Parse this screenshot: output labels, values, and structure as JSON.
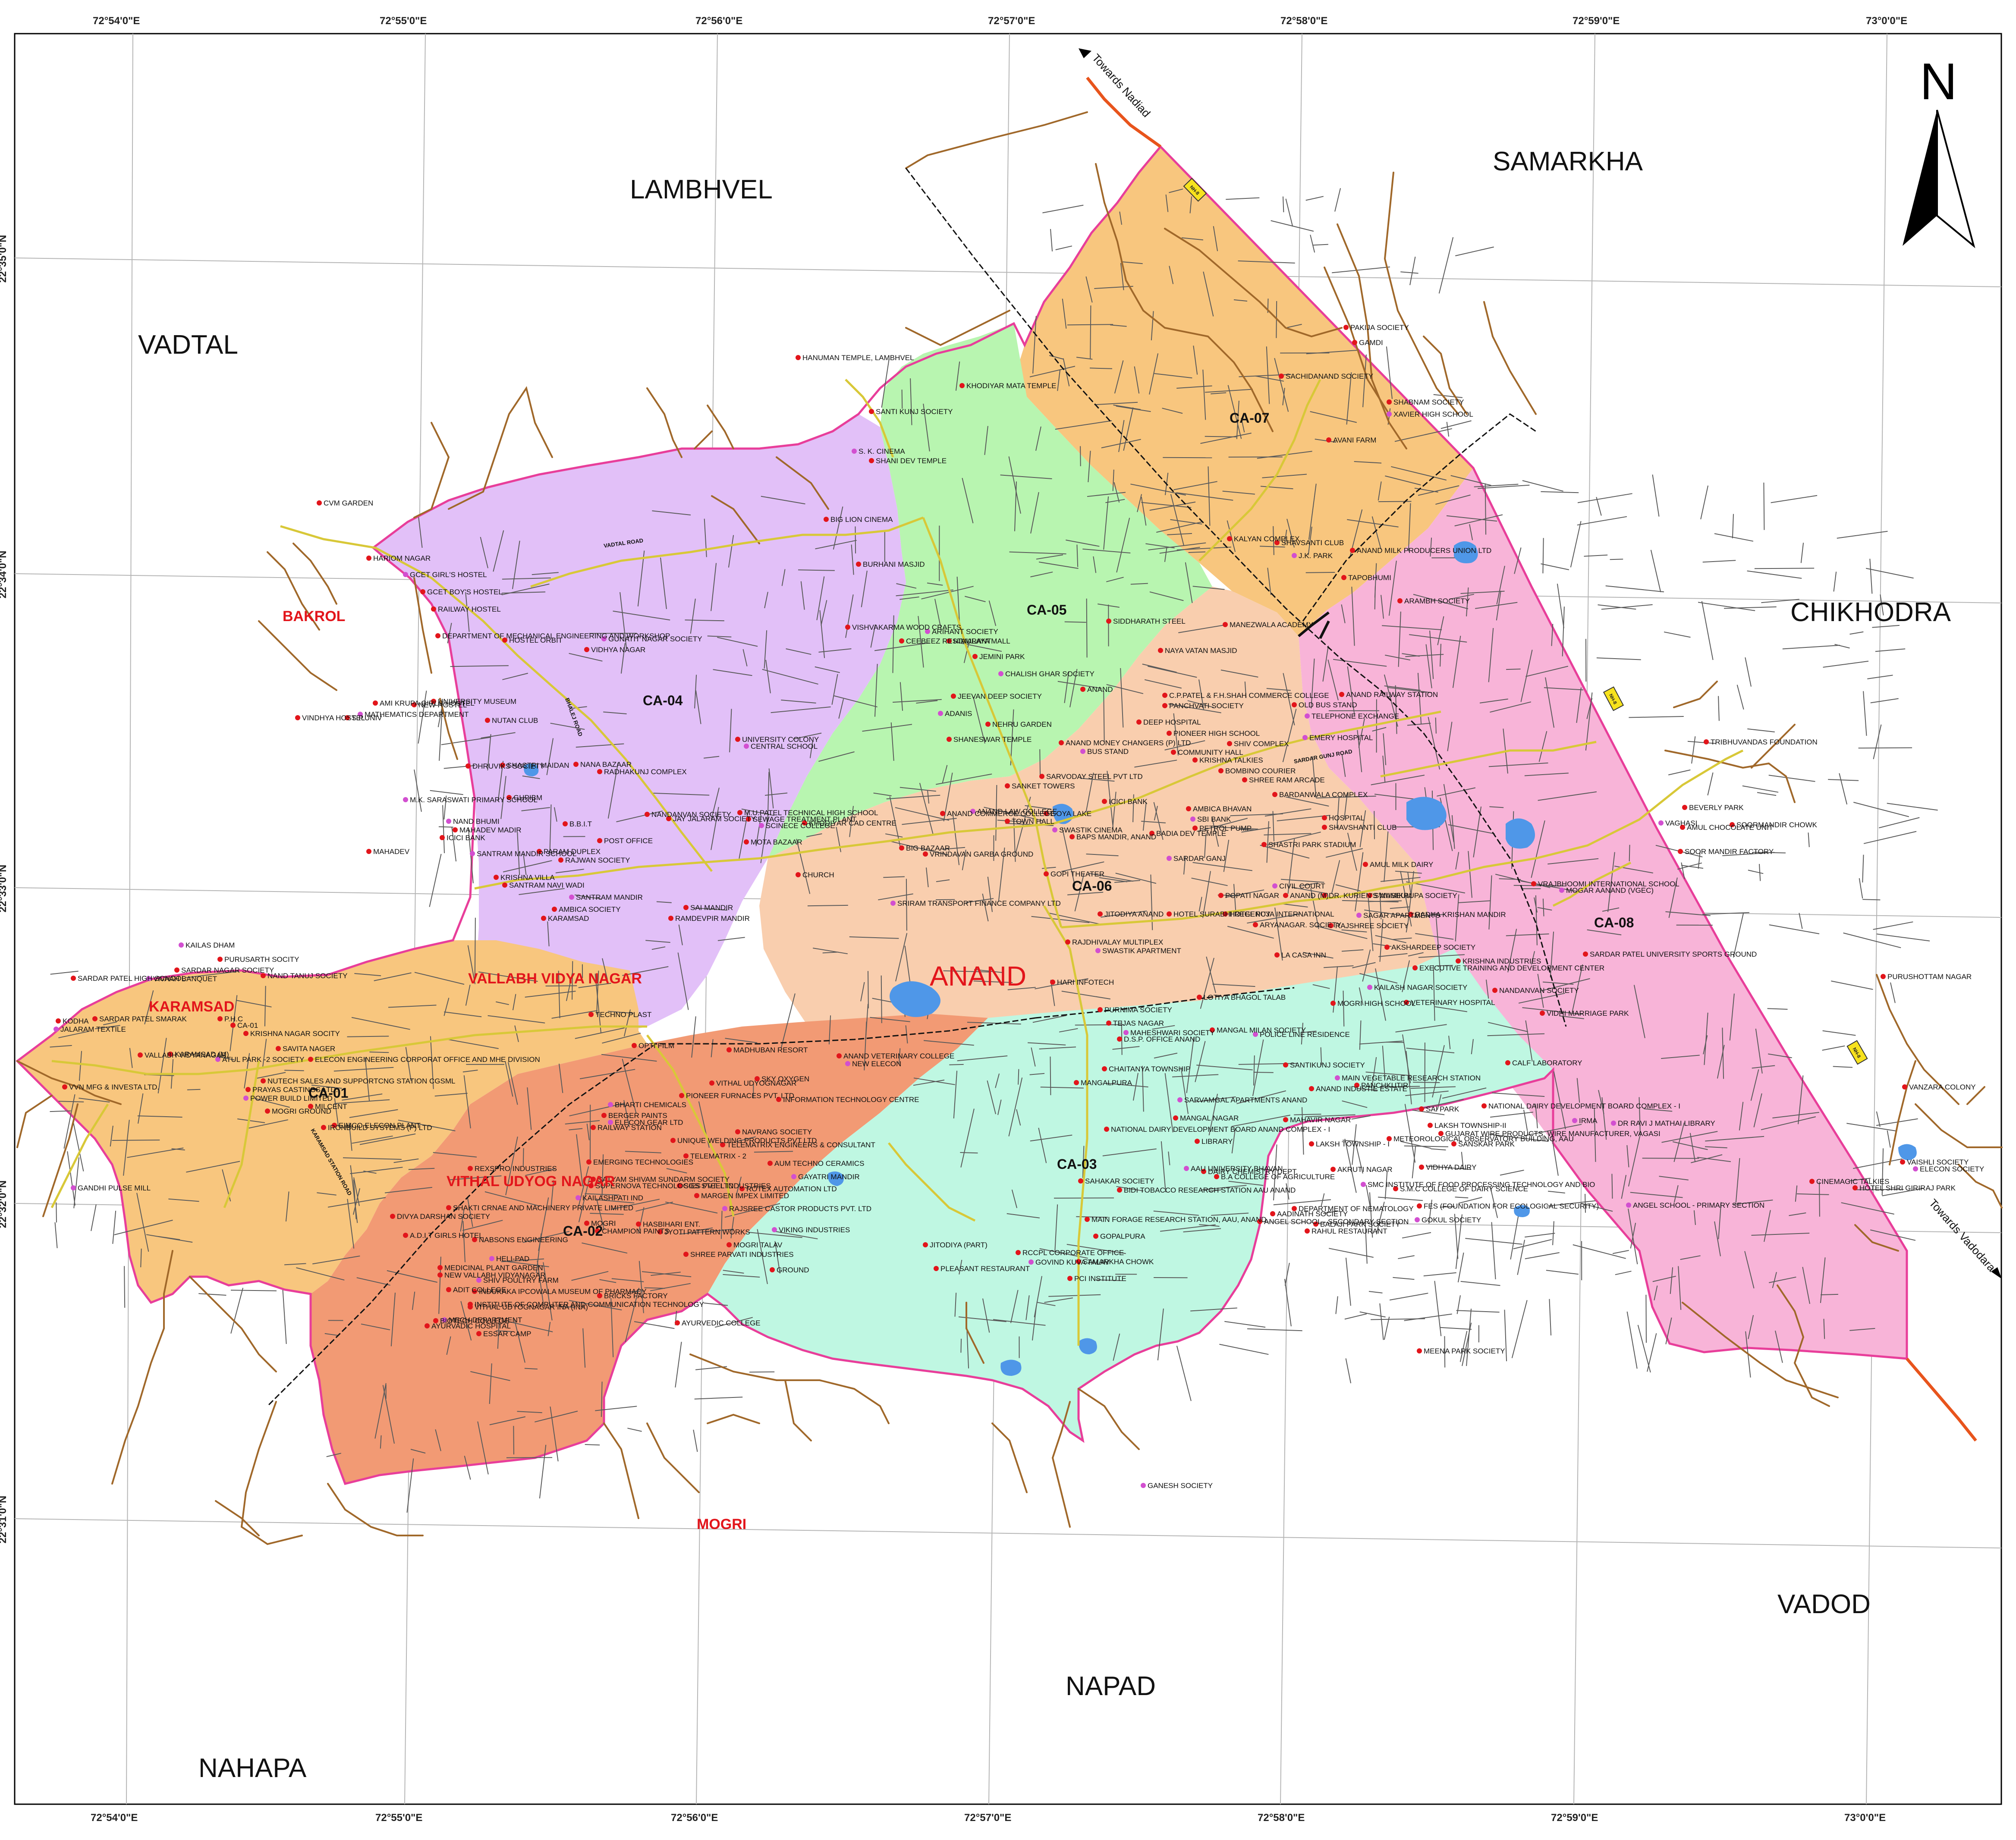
{
  "map": {
    "city_label": "ANAND",
    "north_label": "N",
    "colors": {
      "boundary": "#e83e9a",
      "road_brown": "#a0682a",
      "road_grey": "#5a5a5a",
      "highway": "#e8541c",
      "main_road": "#d8c838",
      "water": "#4f97e8",
      "landmark": "#e2151b"
    },
    "zones": [
      {
        "id": "CA-01",
        "label": "CA-01",
        "color": "#f8c67e"
      },
      {
        "id": "CA-02",
        "label": "CA-02",
        "color": "#f29a74"
      },
      {
        "id": "CA-03",
        "label": "CA-03",
        "color": "#bff7e2"
      },
      {
        "id": "CA-04",
        "label": "CA-04",
        "color": "#e2c0f8"
      },
      {
        "id": "CA-05",
        "label": "CA-05",
        "color": "#b8f5b0"
      },
      {
        "id": "CA-06",
        "label": "CA-06",
        "color": "#f9ceae"
      },
      {
        "id": "CA-07",
        "label": "CA-07",
        "color": "#f8c67e"
      },
      {
        "id": "CA-08",
        "label": "CA-08",
        "color": "#f8b4d8"
      }
    ],
    "villages": [
      "LAMBHVEL",
      "SAMARKHA",
      "VADTAL",
      "CHIKHODRA",
      "VADOD",
      "NAPAD",
      "NAHAPA"
    ],
    "red_towns": [
      "BAKROL",
      "KARAMSAD",
      "VALLABH VIDYA NAGAR",
      "VITHAL UDYOG NAGAR",
      "MOGRI"
    ],
    "directions": [
      "Towards Nadiad",
      "Towards Vadodara"
    ],
    "coords_top": [
      "72°54'0\"E",
      "72°55'0\"E",
      "72°56'0\"E",
      "72°57'0\"E",
      "72°58'0\"E",
      "72°59'0\"E",
      "73°0'0\"E"
    ],
    "coords_bottom": [
      "72°54'0\"E",
      "72°55'0\"E",
      "72°56'0\"E",
      "72°57'0\"E",
      "72°58'0\"E",
      "72°59'0\"E",
      "73°0'0\"E"
    ],
    "coords_left": [
      "22°35'0\"N",
      "22°34'0\"N",
      "22°33'0\"N",
      "22°32'0\"N",
      "22°31'0\"N"
    ],
    "nh_badges": [
      "NH-8",
      "NH-8",
      "NH-8"
    ],
    "roads": [
      "VADTAL ROAD",
      "BHALEJ ROAD",
      "KARAMSAD STATION ROAD",
      "SARDAR GUNJ ROAD"
    ],
    "landmarks": [
      "HANUMAN TEMPLE, LAMBHVEL",
      "KHODIYAR MATA TEMPLE",
      "SANTI KUNJ SOCIETY",
      "S. K. CINEMA",
      "SHANI DEV TEMPLE",
      "BIG LION CINEMA",
      "BURHANI MASJID",
      "SIDDHARATH STEEL",
      "ARIHANT SOCIETY",
      "CEEBEEZ RESTAURANT",
      "HIMALAYA MALL",
      "VISHVAKARMA WOOD CRAFTS",
      "JEMINI PARK",
      "CHALISH GHAR SOCIETY",
      "NAYA VATAN MASJID",
      "MANEZWALA ACADEMY",
      "ANAND",
      "JEEVAN DEEP SOCIETY",
      "ADANIS",
      "NEHRU GARDEN",
      "SHANESWAR TEMPLE",
      "DEEP HOSPITAL",
      "ANAND MONEY CHANGERS (P) LTD",
      "BUS STAND",
      "C.P.PATEL & F.H.SHAH COMMERCE COLLEGE",
      "PANCHVATI SOCIETY",
      "ANAND RAILWAY STATION",
      "OLD BUS STAND",
      "TELEPHONE EXCHANGE",
      "PIONEER HIGH SCHOOL",
      "SHIV COMPLEX",
      "COMMUNITY HALL",
      "KRISHNA TALKIES",
      "EMERY HOSPITAL",
      "BOMBINO COURIER",
      "SHREE RAM ARCADE",
      "SARVODAY STEEL PVT LTD",
      "SANKET TOWERS",
      "ANAND LAW COLLEGE",
      "ANAND COMMERCE COLLEGE",
      "GOYA LAKE",
      "ICICI BANK",
      "AMBICA BHAVAN",
      "SBI BANK",
      "BARDANWALA COMPLEX",
      "TOWN HALL",
      "PETROL PUMP",
      "HOSPITAL",
      "SWASTIK CINEMA",
      "BADIA DEV TEMPLE",
      "SHAVSHANTI CLUB",
      "BAPS MANDIR, ANAND",
      "SHASTRI PARK STADIUM",
      "SARDAR GANJ",
      "AMUL MILK DAIRY",
      "BIG BAZAAR",
      "VRINDAVAN GARBA GROUND",
      "GOPI THEATER",
      "CIVIL COURT",
      "POPATI NAGAR",
      "ANAND (M)",
      "DR. KURIEN'S MUSEUM",
      "SWAMIKRUPA SOCIETY",
      "SRIRAM TRANSPORT FINANCE COMPANY LTD",
      "CHURCH",
      "JITODIYA ANAND",
      "HOTEL SURABHI REGENCY",
      "HOTEL PUJA INTERNATIONAL",
      "SAGAR APARTMENTS",
      "RADHA KRISHAN MANDIR",
      "ARYANAGAR. SOCIETY",
      "RAJSHREE SOCIETY",
      "RAJDHIVALAY MULTIPLEX",
      "SWASTIK APARTMENT",
      "LA CASA INN",
      "AKSHARDEEP SOCIETY",
      "HARI INFOTECH",
      "LOTIYA BHAGOL TALAB",
      "KAILASH NAGAR SOCIETY",
      "EXECUTIVE TRAINING AND DEVELOPMENT CENTER",
      "KRISHNA INDUSTRIES",
      "PURNIMA SOCIETY",
      "TEJAS NAGAR",
      "MAHESHWARI SOCIETY",
      "MOGRI HIGH SCHOOL",
      "VETERINARY HOSPITAL",
      "D.S.P. OFFICE ANAND",
      "MANGAL MILAN SOCIETY",
      "POLICE LINE RESIDENCE",
      "NANDANVAN SOCIETY",
      "VIDHI MARRIAGE PARK",
      "CHAITANYA TOWNSHIP",
      "SANTIKUNJ SOCIETY",
      "MAIN VEGETABLE RESEARCH STATION",
      "CALF LABORATORY",
      "MANGALPURA",
      "ANAND INDUSTIE ESTATE",
      "PANCHKUTIR",
      "SARVAMGAL APARTMENTS ANAND",
      "NATIONAL DAIRY DEVELOPMENT BOARD COMPLEX - I",
      "SAI PARK",
      "MANGAL NAGAR",
      "MAHAVIR NAGAR",
      "IRMA",
      "NATIONAL DAIRY DEVELOPMENT BOARD ANAND COMPLEX - I",
      "LAKSH TOWNSHIP-II",
      "GUJARAT WIRE PRODUCTS, WIRE MANUFACTURER, VAGASI",
      "METEOROLOGICAL OBSERVATORY BUILDING, AAU",
      "DR RAVI J MATHAI LIBRARY",
      "LIBRARY",
      "SANSKAR PARK",
      "LAKSH TOWNSHIP - I",
      "VIDHYA DAIRY",
      "AAU UNIVERSITY BHAVAN",
      "AKRUTI NAGAR",
      "DAIRY CHEMISTRY DEPT.",
      "B.A COLLEGE OF AGRICULTURE",
      "SAHAKAR SOCIETY",
      "SMC INSTITUTE OF FOOD PROCESSING TECHNOLOGY AND BIO",
      "S.M.C COLLEGE OF DAIRY SCIENCE",
      "BIDI TOBACCO RESEARCH STATION AAU ANAND",
      "DEPARTMENT OF NEMATOLOGY",
      "FES (FOUNDATION FOR ECOLOGICAL SECURITY)",
      "GOKUL SOCIETY",
      "AADINATH SOCIETY",
      "ANGEL SCHOOL - SECONDARY SECTION",
      "BALAJI PARK SOCIETY",
      "RAHUL RESTAURANT",
      "ANGEL SCHOOL - PRIMARY SECTION",
      "MAIN FORAGE RESEARCH STATION, AAU, ANAND",
      "GOPALPURA",
      "JITODIYA (PART)",
      "RCCPL CORPORATE OFFICE",
      "GOVIND KUVA TALAV",
      "SAMARKHA CHOWK",
      "PLEASANT RESTAURANT",
      "PCI INSTITUTE",
      "MEENA PARK SOCIETY",
      "GANESH SOCIETY",
      "PAKIJA SOCIETY",
      "GAMDI",
      "SACHIDANAND SOCIETY",
      "SHABNAM SOCIETY",
      "XAVIER HIGH SCHOOL",
      "AVANI FARM",
      "KALYAN COMPLEX",
      "SHAVSANTI CLUB",
      "ANAND MILK PRODUCERS UNION LTD",
      "J.K. PARK",
      "TAPOBHUMI",
      "ARAMBH SOCIETY",
      "TRIBHUVANDAS FOUNDATION",
      "BEVERLY PARK",
      "VAGHASI",
      "SOORMANDIR CHOWK",
      "SOOR MANDIR FACTORY",
      "AMUL CHOCOLATE UNIT",
      "VRAJBHOOMI INTERNATIONAL SCHOOL",
      "MOGAR AANAND (VGEC)",
      "SARDAR PATEL UNIVERSITY SPORTS GROUND",
      "PURUSHOTTAM NAGAR",
      "VANZARA COLONY",
      "VAISHLI SOCIETY",
      "ELECON SOCIETY",
      "CINEMAGIC TALKIES",
      "HOTEL SHRI GIRIRAJ PARK",
      "CVM GARDEN",
      "HARIOM NAGAR",
      "GCET GIRL'S HOSTEL",
      "GCET BOY'S HOSTEL",
      "RAILWAY HOSTEL",
      "DEPARTMENT OF MECHANICAL ENGINEERING AND WORKSHOP",
      "HOSTEL ORBIT",
      "GUNATIT NAGAR SOCIETY",
      "VIDHYA NAGAR",
      "AMI KRUPA GIRLS HOSTEL",
      "NEW HOSTEL",
      "UNIVERSITY MUSEUM",
      "MATHEMATICS DEPARTMENT",
      "S.P.UNIV",
      "VINDHYA HOSTEL",
      "NUTAN CLUB",
      "UNIVERSITY COLONY",
      "CENTRAL SCHOOL",
      "DHRUVIKS SOCIETY",
      "SHASTRI MAIDAN",
      "NANA BAZAAR",
      "RADHAKUNJ COMPLEX",
      "M.K. SARASWATI PRIMARY SCHOOL",
      "GHPIBM",
      "NANDANVAN SOCIETY",
      "JAY JALARAM SOCIETY",
      "M.U.PATEL TECHNICAL HIGH SCHOOL",
      "NAND BHUMI",
      "SEWAGE TREATMENT PLANT",
      "KHODIYAR CAD CENTRE",
      "MAHADEV MADIR",
      "B.B.I.T",
      "SCINECE COLLEGE",
      "MOTA BAZAAR",
      "ICICI BANK",
      "POST OFFICE",
      "MAHADEV",
      "SANTRAM MANDIR SCHOOL",
      "PARAM DUPLEX",
      "RAJWAN SOCIETY",
      "KRISHNA VILLA",
      "SANTRAM NAVI WADI",
      "SANTRAM MANDIR",
      "SAI MANDIR",
      "AMBICA SOCIETY",
      "KARAMSAD",
      "RAMDEVPIR MANDIR",
      "KAILAS DHAM",
      "PURUSARTH SOCITY",
      "SARDAR NAGAR SOCIETY",
      "NAND TANUJ SOCIETY",
      "SARDAR PATEL HIGH SCHOOL",
      "VIVAAH BANQUET",
      "KODHA",
      "SARDAR PATEL SMARAK",
      "P.H.C",
      "CA-01",
      "JALARAM TEXTILE",
      "KRISHNA NAGAR SOCITY",
      "SAVITA NAGER",
      "KARAMSAD (M)",
      "VALLABH VIDYANAGAR",
      "ATUL PARK -2 SOCIETY",
      "ELECON ENGINEERING CORPORAT OFFICE AND MHE DIVISION",
      "NUTECH SALES AND SUPPORTCNG STATION CGSML",
      "VVN MFG & INVESTA LTD.",
      "PRAYAS CASTINGS LTD.",
      "POWER BUILD LIMITED",
      "MILCENT",
      "MOGRI GROUND",
      "EIMCO ELECON PLANT",
      "IRONBUILD SYSTEMS (P) LTD",
      "GANDHI PULSE MILL",
      "TECHNO PLAST",
      "MADHUBAN RESORT",
      "OPTI FILM",
      "ANAND VETERINARY COLLEGE",
      "NEW ELECON",
      "SKY OXYGEN",
      "VITHAL UDYOGNAGAR",
      "PIONEER FURNACES PVT. LTD",
      "INFORMATION TECHNOLOGY CENTRE",
      "BHARTI CHEMICALS",
      "RAILWAY STATION",
      "NAVRANG SOCIETY",
      "UNIQUE WELDING PRODUCTS PVT LTD",
      "BERGER PAINTS",
      "ELECON GEAR LTD",
      "TELEMATRIX ENGINEERS & CONSULTANT",
      "TELEMATRIX - 2",
      "AUM TECHNO CERAMICS",
      "REXSPRO INDUSTRIES",
      "GAYATRI MANDIR",
      "EMERGING TECHNOLOGIES",
      "SUPERNOVA TECHNOLOGIES PVT. LTD",
      "SATYAM SHIVAM SUNDARM SOCIETY",
      "SGS STEEL INDUSTRIES",
      "KAILASHPATI IND",
      "ROTEX AUTOMATION LTD",
      "MARGEN IMPEX LIMITED",
      "DIVYA DARSHAN SOCIETY",
      "SHAKTI CRNAE AND MACHINERY PRIVATE LIMITED",
      "RAJSREE CASTOR PRODUCTS PVT. LTD",
      "HASBIHARI ENT.",
      "JYOTI PATTERN WORKS",
      "MOGRI",
      "CHAMPION PAINTS",
      "VIKING INDUSTRIES",
      "MOGRI TALAV",
      "A.D.I.T GIRLS HOTEL",
      "NABSONS ENGINEERING",
      "MEDICINAL PLANT GARDEN",
      "HELI-PAD",
      "SHREE PARVATI INDUSTRIES",
      "GROUND",
      "NEW VALLABH VIDYANAGAR",
      "ADIT COLLEGE",
      "SHIV POULTRY FARM",
      "INDUKAKA IPCOWALA MUSEUM OF PHARMACY",
      "BRICKS FACTORY",
      "INSTITUTE OF COMPUTER AND COMMUNICATION TECHNOLOGY",
      "VITHAL UDYOGNAGAR INA (INA)",
      "MECH DEPARTMENT",
      "BIOTECH COLLEGE",
      "AYURVADIC HOSPITAL",
      "AYURVEDIC COLLEGE",
      "ESSAR CAMP"
    ]
  }
}
